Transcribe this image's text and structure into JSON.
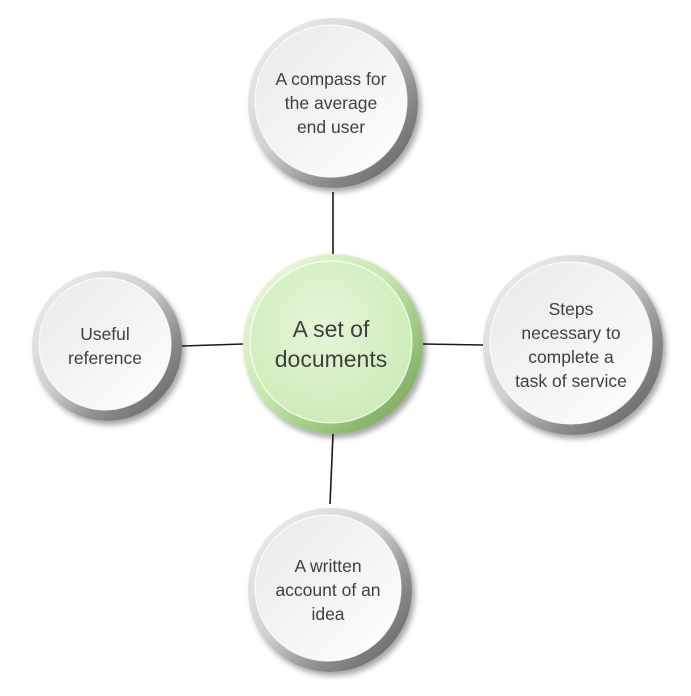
{
  "diagram": {
    "center": {
      "lines": [
        "A set of",
        "documents"
      ],
      "fill": "#d6f0c4"
    },
    "nodes": [
      {
        "id": "top",
        "lines": [
          "A compass for",
          "the average",
          "end user"
        ]
      },
      {
        "id": "right",
        "lines": [
          "Steps",
          "necessary to",
          "complete a",
          "task of service"
        ]
      },
      {
        "id": "bottom",
        "lines": [
          "A written",
          "account of an",
          "idea"
        ]
      },
      {
        "id": "left",
        "lines": [
          "Useful",
          "reference"
        ]
      }
    ],
    "connector_color": "#1a1a1a",
    "ring_color": "#cfcfcf"
  }
}
